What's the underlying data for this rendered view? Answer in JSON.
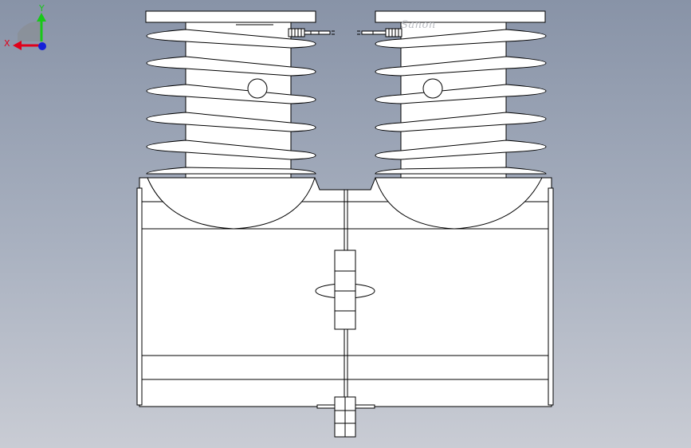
{
  "viewport": {
    "watermark": "Sanon",
    "colors": {
      "bg_top": "#8893a7",
      "bg_bottom": "#c9ccd4",
      "model_fill": "#ffffff",
      "edges": "#000000"
    }
  },
  "triad": {
    "x_label": "X",
    "y_label": "Y",
    "colors": {
      "x_axis": "#e0001a",
      "y_axis": "#18c818",
      "z_axis": "#1420d8"
    }
  }
}
